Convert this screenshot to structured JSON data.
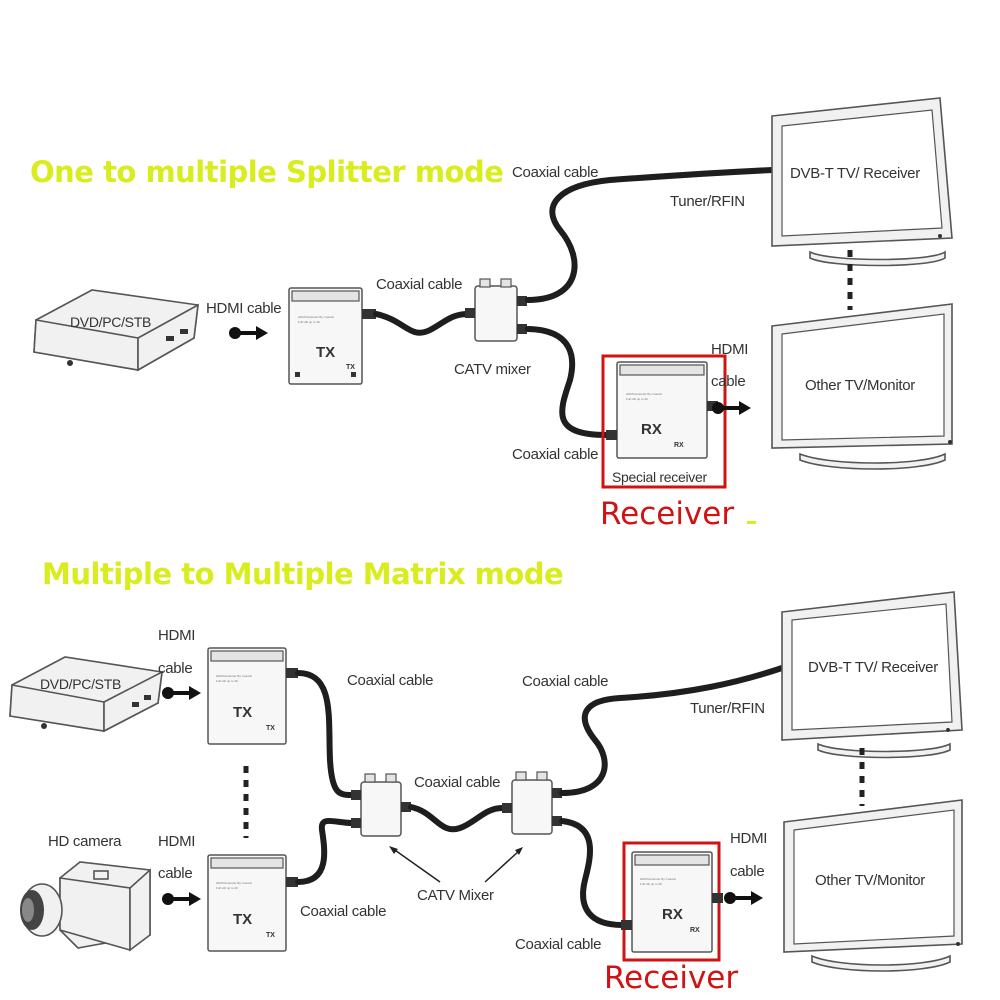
{
  "colors": {
    "title": "#d9ec1e",
    "receiver_highlight": "#d01212",
    "cable": "#1e1e1e"
  },
  "top": {
    "title": "One to multiple Splitter mode",
    "source": "DVD/PC/STB",
    "hdmi_cable": "HDMI cable",
    "tx_label": "TX",
    "tx_small": "TX",
    "coax_1": "Coaxial cable",
    "coax_2": "Coaxial cable",
    "coax_3": "Coaxial cable",
    "mixer": "CATV mixer",
    "tv_1": "DVB-T TV/ Receiver",
    "tuner": "Tuner/RFIN",
    "hdmi_out_1": "HDMI",
    "hdmi_out_2": "cable",
    "tv_2": "Other TV/Monitor",
    "rx_label": "RX",
    "rx_small": "RX",
    "special_receiver": "Special receiver",
    "receiver": "Receiver"
  },
  "bottom": {
    "title": "Multiple to Multiple Matrix mode",
    "source": "DVD/PC/STB",
    "camera": "HD camera",
    "hdmi_1a": "HDMI",
    "hdmi_1b": "cable",
    "hdmi_2a": "HDMI",
    "hdmi_2b": "cable",
    "tx_1": "TX",
    "tx_1_small": "TX",
    "tx_2": "TX",
    "tx_2_small": "TX",
    "coax_1": "Coaxial cable",
    "coax_2": "Coaxial cable",
    "coax_3": "Coaxial cable",
    "coax_4": "Coaxial cable",
    "coax_5": "Coaxial cable",
    "mixer": "CATV Mixer",
    "tv_1": "DVB-T TV/ Receiver",
    "tuner": "Tuner/RFIN",
    "hdmi_out_1": "HDMI",
    "hdmi_out_2": "cable",
    "tv_2": "Other TV/Monitor",
    "rx_label": "RX",
    "rx_small": "RX",
    "receiver": "Receiver"
  }
}
